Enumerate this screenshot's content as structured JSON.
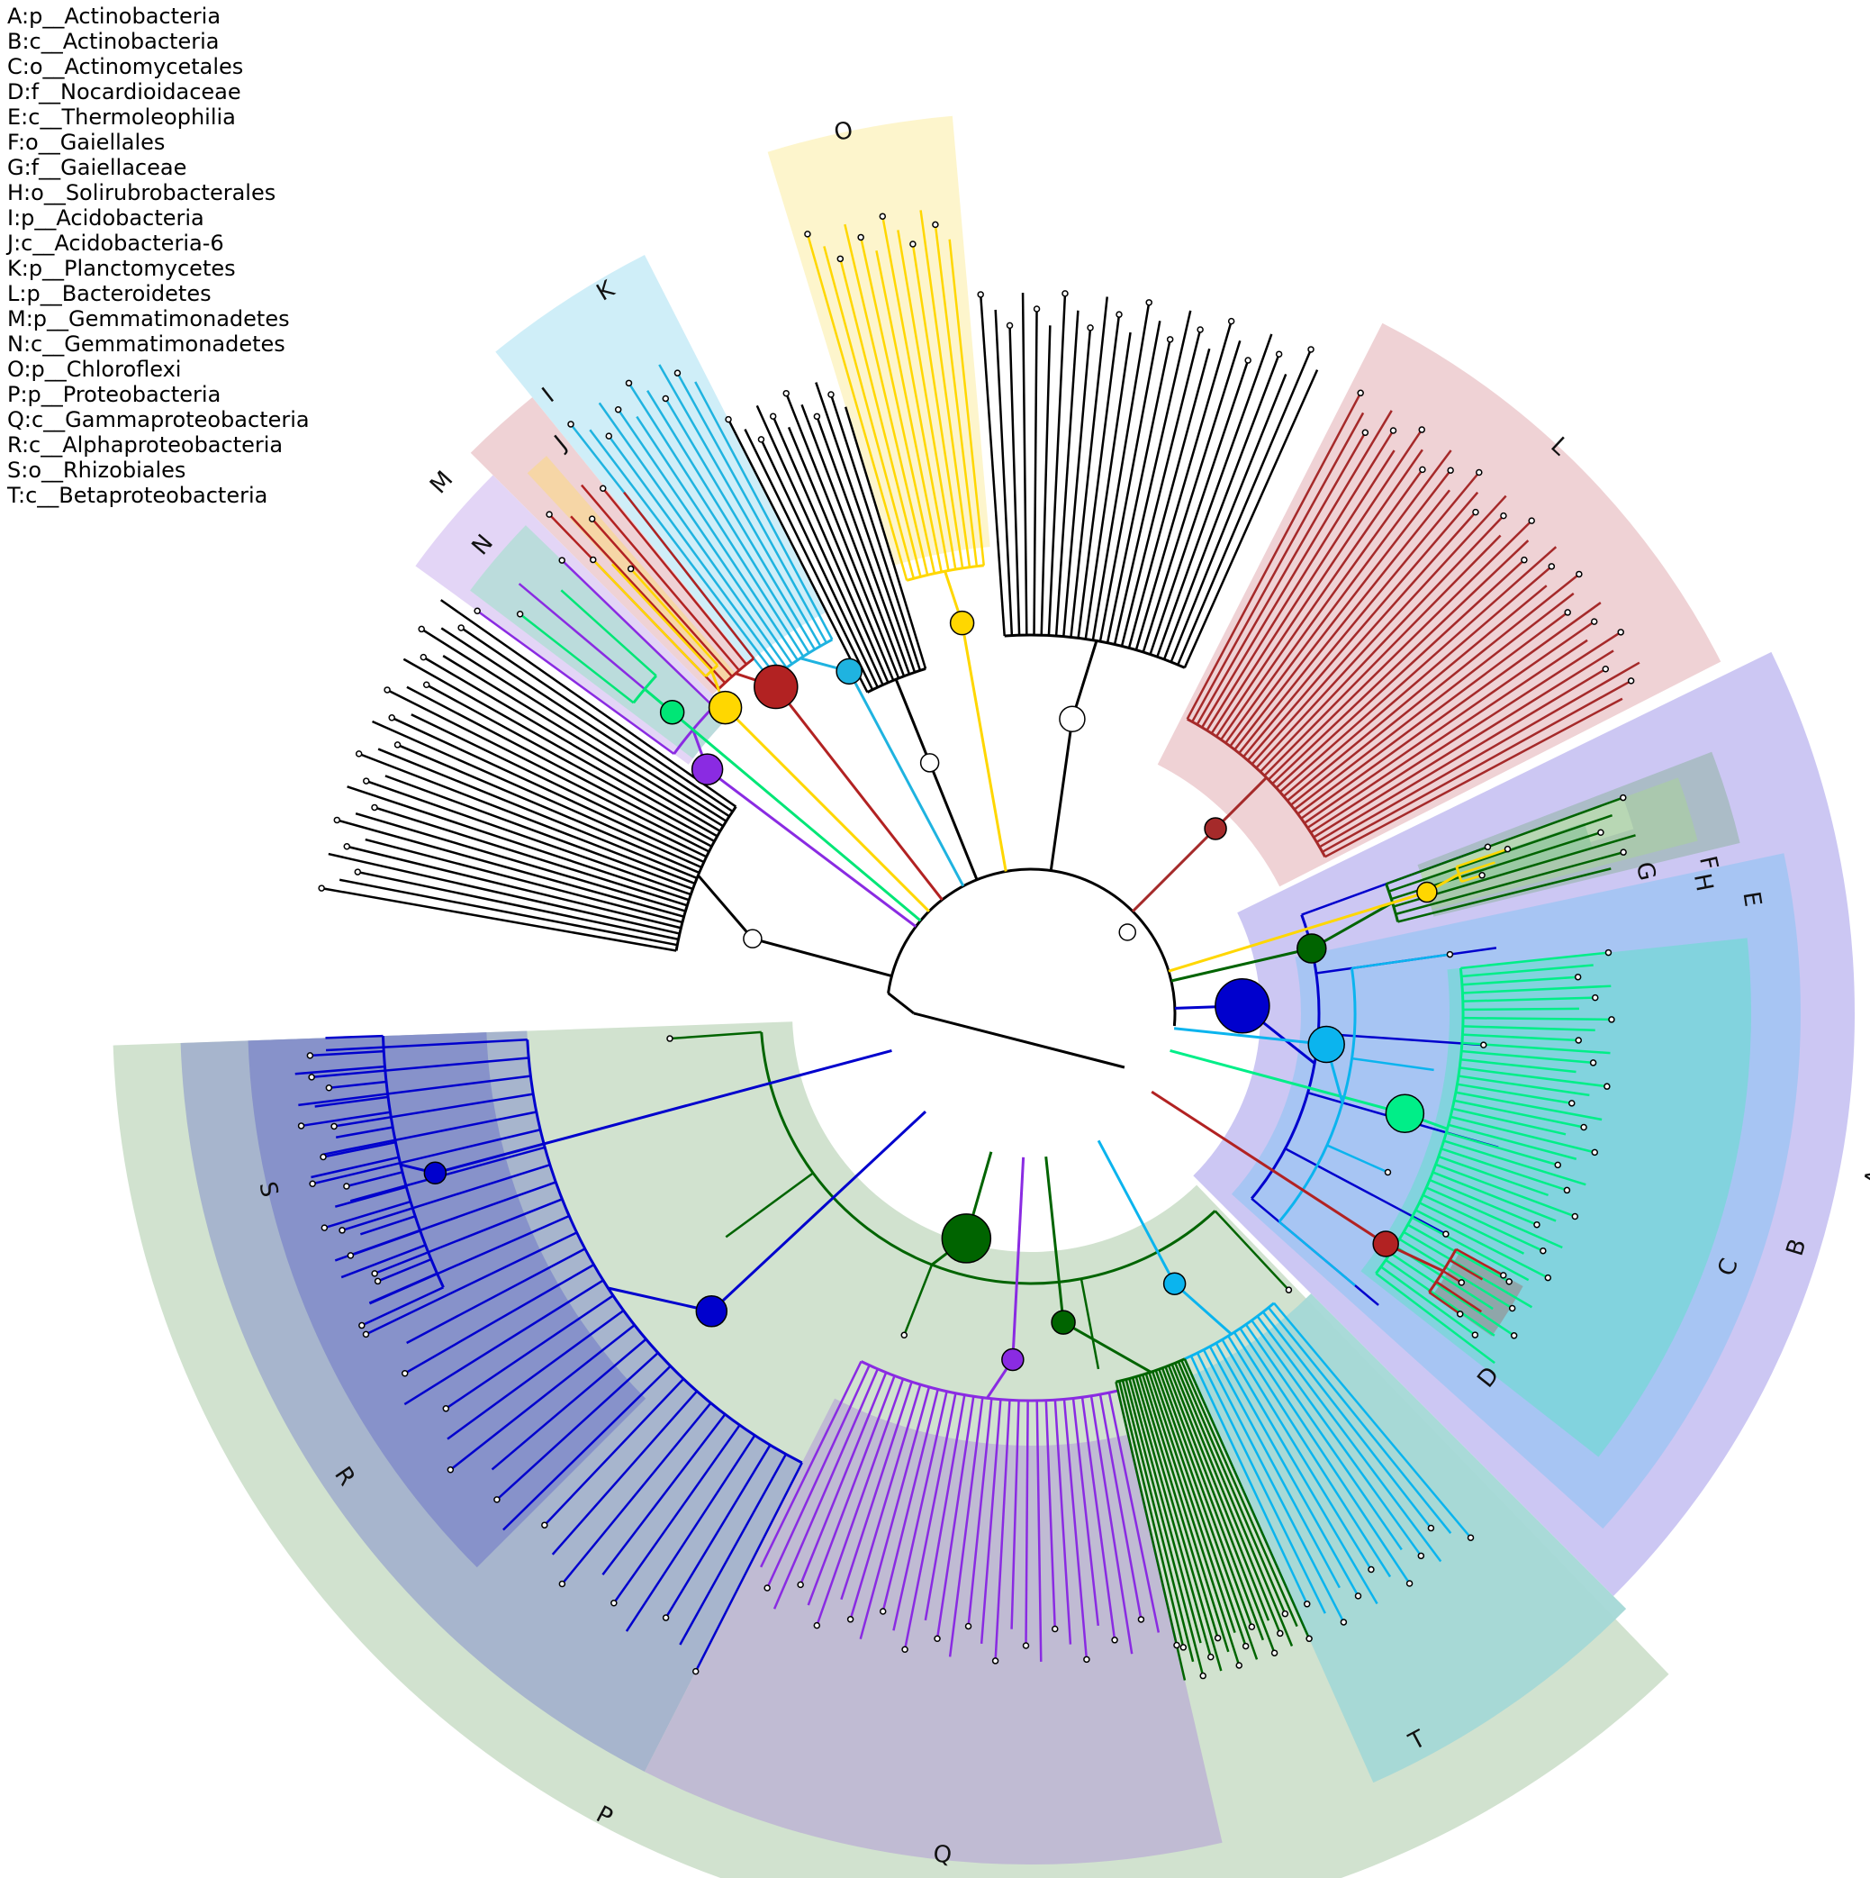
{
  "legend": [
    {
      "key": "A",
      "text": "A:p__Actinobacteria"
    },
    {
      "key": "B",
      "text": "B:c__Actinobacteria"
    },
    {
      "key": "C",
      "text": "C:o__Actinomycetales"
    },
    {
      "key": "D",
      "text": "D:f__Nocardioidaceae"
    },
    {
      "key": "E",
      "text": "E:c__Thermoleophilia"
    },
    {
      "key": "F",
      "text": "F:o__Gaiellales"
    },
    {
      "key": "G",
      "text": "G:f__Gaiellaceae"
    },
    {
      "key": "H",
      "text": "H:o__Solirubrobacterales"
    },
    {
      "key": "I",
      "text": "I:p__Acidobacteria"
    },
    {
      "key": "J",
      "text": "J:c__Acidobacteria-6"
    },
    {
      "key": "K",
      "text": "K:p__Planctomycetes"
    },
    {
      "key": "L",
      "text": "L:p__Bacteroidetes"
    },
    {
      "key": "M",
      "text": "M:p__Gemmatimonadetes"
    },
    {
      "key": "N",
      "text": "N:c__Gemmatimonadetes"
    },
    {
      "key": "O",
      "text": "O:p__Chloroflexi"
    },
    {
      "key": "P",
      "text": "P:p__Proteobacteria"
    },
    {
      "key": "Q",
      "text": "Q:c__Gammaproteobacteria"
    },
    {
      "key": "R",
      "text": "R:c__Alphaproteobacteria"
    },
    {
      "key": "S",
      "text": "S:o__Rhizobiales"
    },
    {
      "key": "T",
      "text": "T:c__Betaproteobacteria"
    }
  ],
  "colors": {
    "background": "#ffffff",
    "branch_default": "#000000",
    "node_default": "#ffffff",
    "A": "#c9c4f2",
    "B": "#a4c5f2",
    "C": "#7fd4dc",
    "D": "#8fa3a6",
    "E": "#a9bcc4",
    "F": "#b8d8b4",
    "G": "#98c9a2",
    "H": "#aac8ad",
    "I": "#eed0d3",
    "J": "#f5d6a3",
    "K": "#ccedf8",
    "L": "#eed0d3",
    "M": "#e2d3f6",
    "N": "#b8dcda",
    "O": "#fdf4c9",
    "P": "#cfe0cc",
    "Q": "#bfb8d3",
    "R": "#a4b2cc",
    "S": "#8590c9",
    "T": "#a4d8d6",
    "clade_actino": "#0000cd",
    "clade_actinomycetales": "#00ee88",
    "clade_actino_class": "#0bb4ee",
    "clade_nocardioid": "#b22222",
    "clade_thermo": "#006400",
    "clade_gaiella": "#ffd700",
    "clade_bacteroidetes": "#a52a2a",
    "clade_acido": "#b22222",
    "clade_acido6": "#ffd700",
    "clade_plancto": "#1fb3e0",
    "clade_gemma": "#8a2be2",
    "clade_gemma_class": "#00e676",
    "clade_chloroflexi": "#ffd700",
    "clade_proteo": "#006400",
    "clade_gamma": "#8a2be2",
    "clade_alpha": "#0000cd",
    "clade_rhizo": "#0000cd",
    "clade_beta": "#0bb4ee"
  },
  "clades": [
    "A",
    "B",
    "C",
    "D",
    "E",
    "F",
    "G",
    "H",
    "I",
    "J",
    "K",
    "L",
    "M",
    "N",
    "O",
    "P",
    "Q",
    "R",
    "S",
    "T"
  ]
}
